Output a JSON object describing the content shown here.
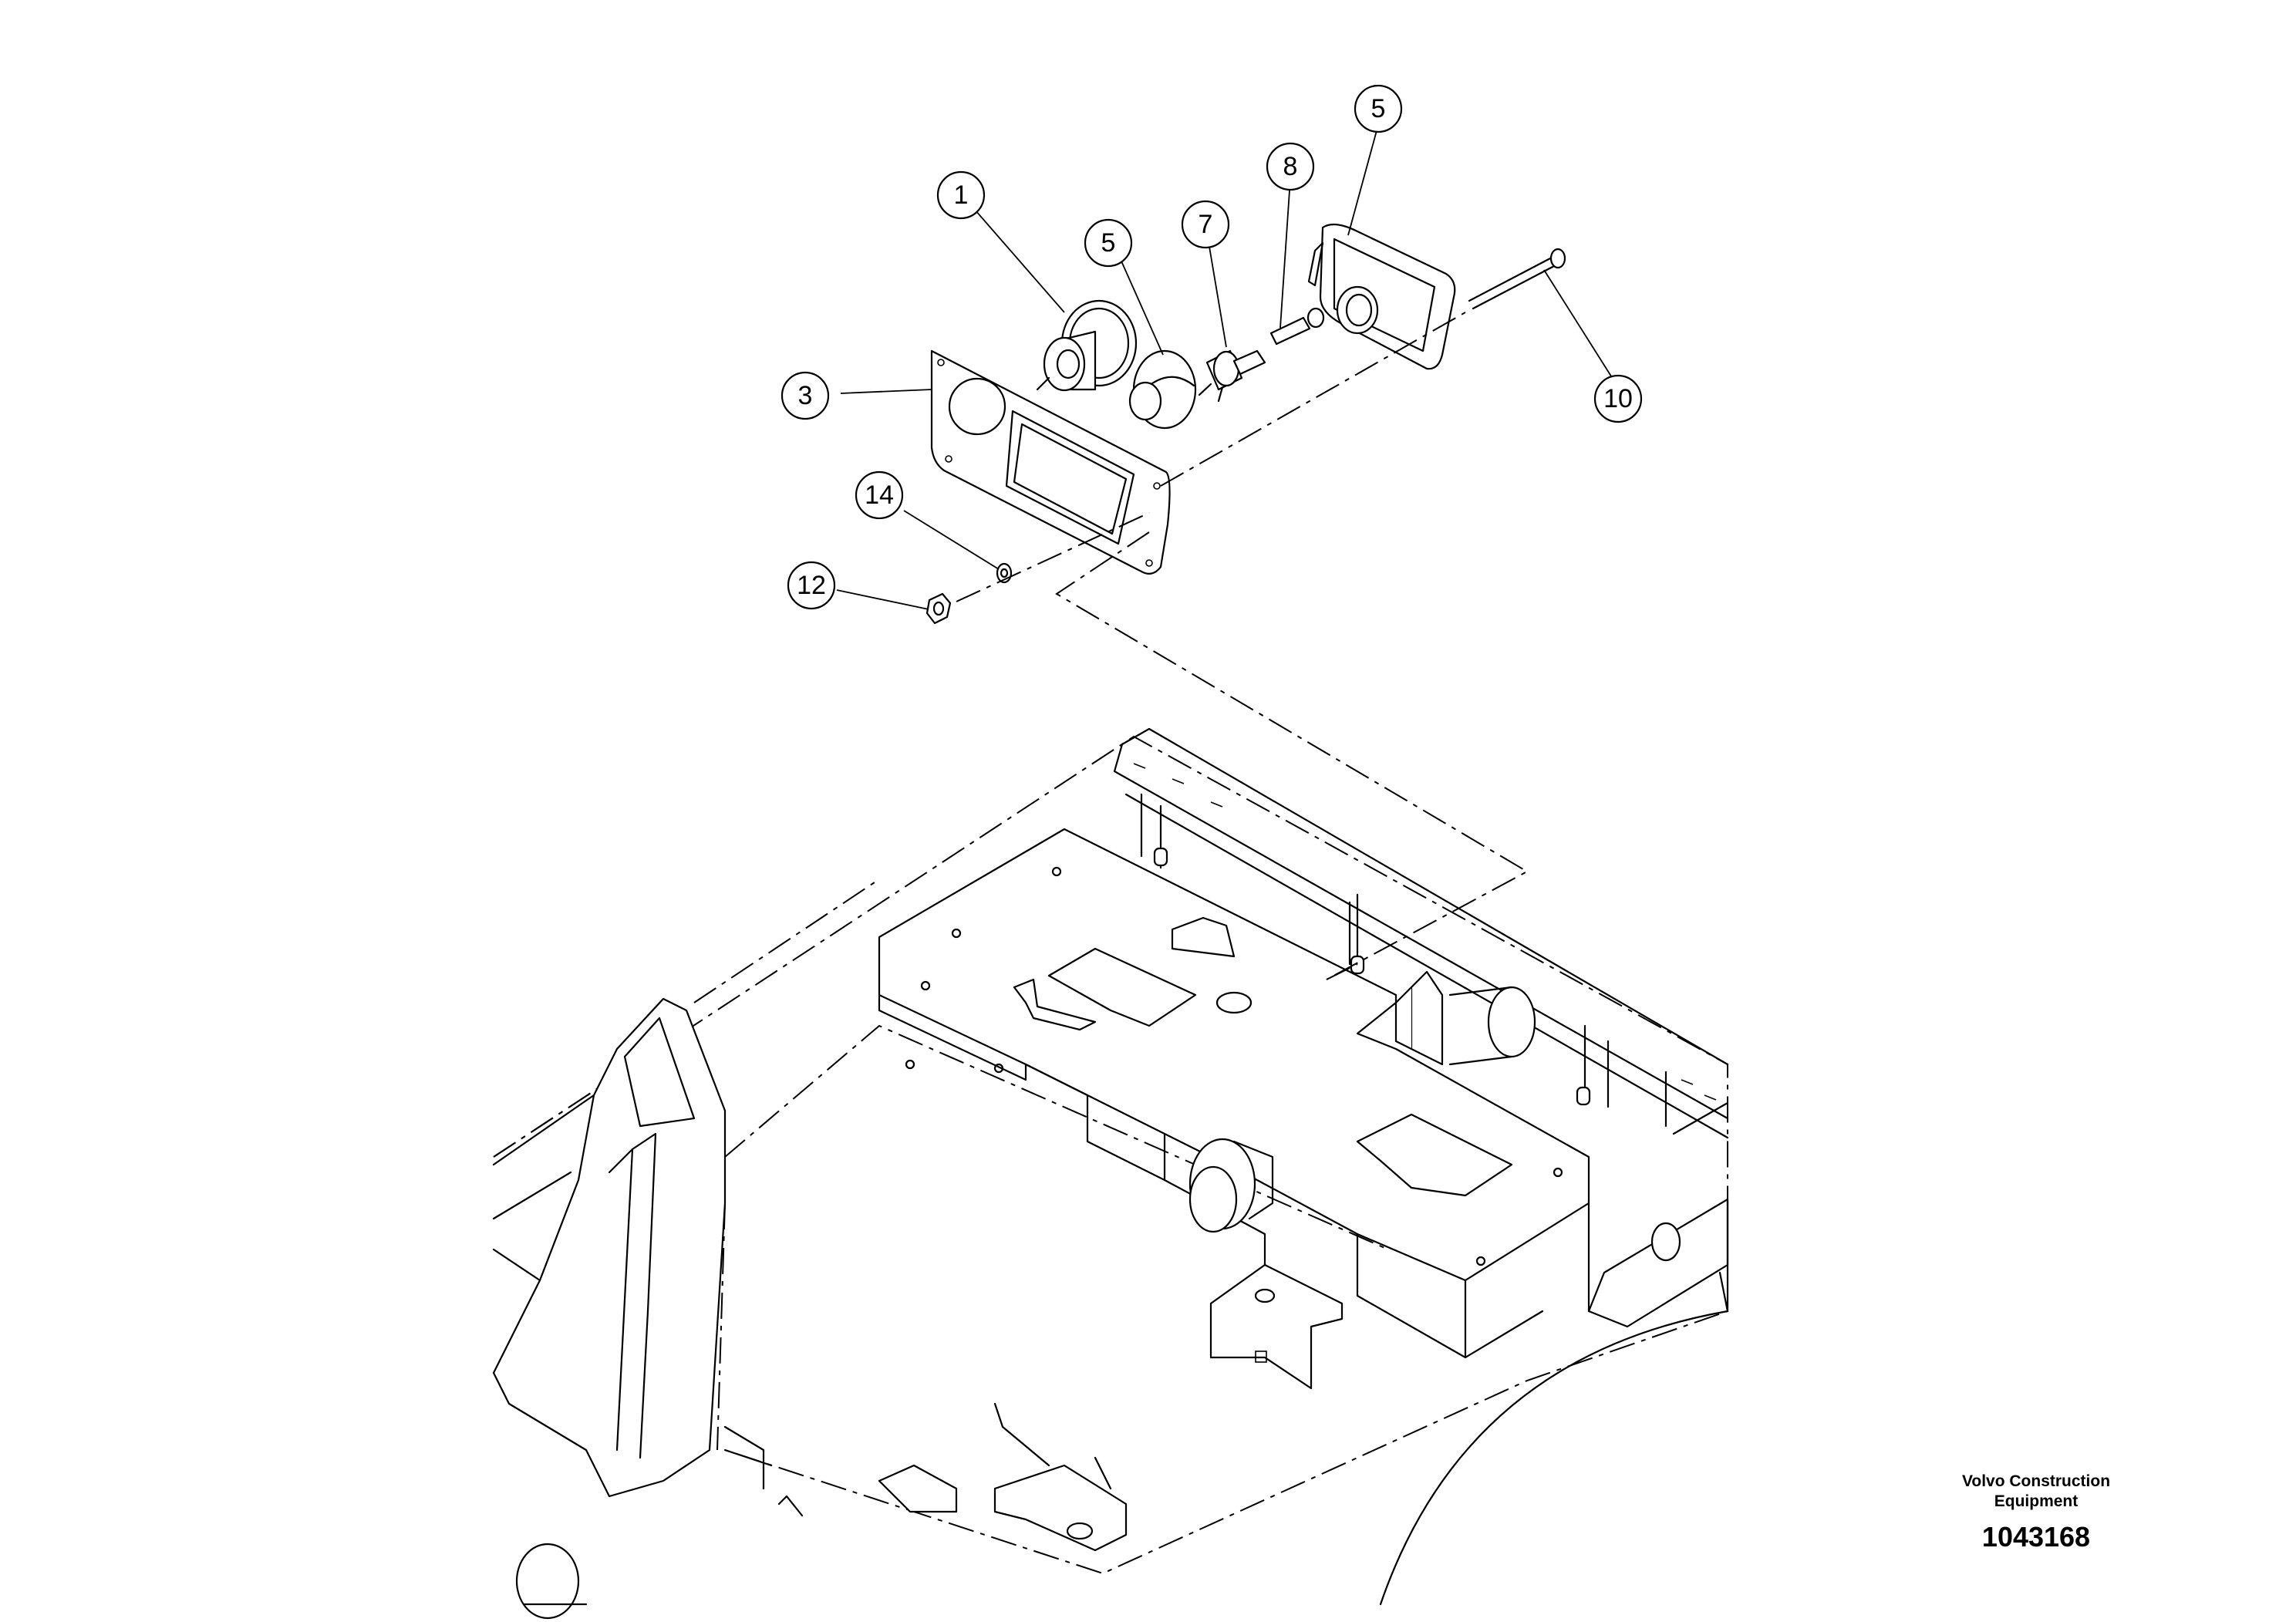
{
  "callouts": [
    {
      "id": "c1",
      "label": "1"
    },
    {
      "id": "c5a",
      "label": "5"
    },
    {
      "id": "c7",
      "label": "7"
    },
    {
      "id": "c8",
      "label": "8"
    },
    {
      "id": "c5b",
      "label": "5"
    },
    {
      "id": "c10",
      "label": "10"
    },
    {
      "id": "c3",
      "label": "3"
    },
    {
      "id": "c14",
      "label": "14"
    },
    {
      "id": "c12",
      "label": "12"
    }
  ],
  "footer": {
    "brand_line1": "Volvo Construction",
    "brand_line2": "Equipment",
    "drawing_number": "1043168"
  }
}
